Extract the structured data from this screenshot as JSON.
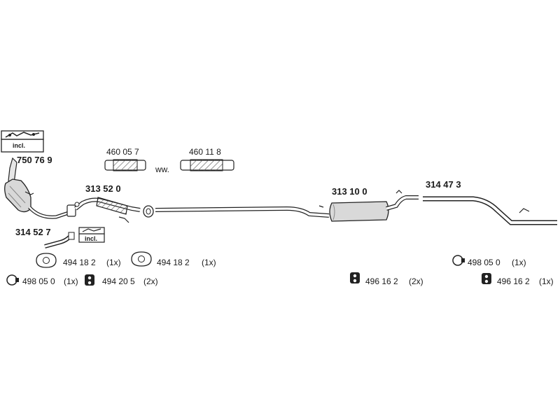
{
  "parts": {
    "front_pipe_cat": {
      "number": "750 76 9",
      "incl": "incl."
    },
    "gasket_a": {
      "number": "460 05 7"
    },
    "gasket_b": {
      "number": "460 11 8"
    },
    "ww": "ww.",
    "flex_pipe": {
      "number": "313 52 0"
    },
    "connector": {
      "number": "314 52 7",
      "incl": "incl."
    },
    "middle_silencer": {
      "number": "313 10 0"
    },
    "rear_silencer": {
      "number": "314 47 3"
    }
  },
  "fittings": [
    {
      "number": "494 18 2",
      "qty": "(1x)",
      "icon": "flange-gasket-icon"
    },
    {
      "number": "494 18 2",
      "qty": "(1x)",
      "icon": "flange-gasket-icon"
    },
    {
      "number": "498 05 0",
      "qty": "(1x)",
      "icon": "clamp-ring-icon"
    },
    {
      "number": "494 20 5",
      "qty": "(2x)",
      "icon": "rubber-hanger-icon"
    },
    {
      "number": "496 16 2",
      "qty": "(2x)",
      "icon": "rubber-hanger-icon"
    },
    {
      "number": "498 05 0",
      "qty": "(1x)",
      "icon": "clamp-ring-icon"
    },
    {
      "number": "496 16 2",
      "qty": "(1x)",
      "icon": "rubber-hanger-icon"
    }
  ]
}
